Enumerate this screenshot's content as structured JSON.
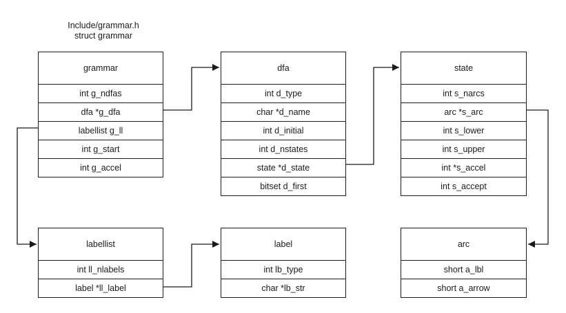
{
  "caption": {
    "line1": "Include/grammar.h",
    "line2": "struct grammar"
  },
  "structs": {
    "grammar": {
      "title": "grammar",
      "fields": [
        "int g_ndfas",
        "dfa *g_dfa",
        "labellist g_ll",
        "int g_start",
        "int g_accel"
      ]
    },
    "dfa": {
      "title": "dfa",
      "fields": [
        "int d_type",
        "char *d_name",
        "int d_initial",
        "int d_nstates",
        "state *d_state",
        "bitset d_first"
      ]
    },
    "state": {
      "title": "state",
      "fields": [
        "int s_narcs",
        "arc *s_arc",
        "int s_lower",
        "int s_upper",
        "int *s_accel",
        "int s_accept"
      ]
    },
    "labellist": {
      "title": "labellist",
      "fields": [
        "int ll_nlabels",
        "label *ll_label"
      ]
    },
    "label": {
      "title": "label",
      "fields": [
        "int lb_type",
        "char *lb_str"
      ]
    },
    "arc": {
      "title": "arc",
      "fields": [
        "short a_lbl",
        "short a_arrow"
      ]
    }
  }
}
